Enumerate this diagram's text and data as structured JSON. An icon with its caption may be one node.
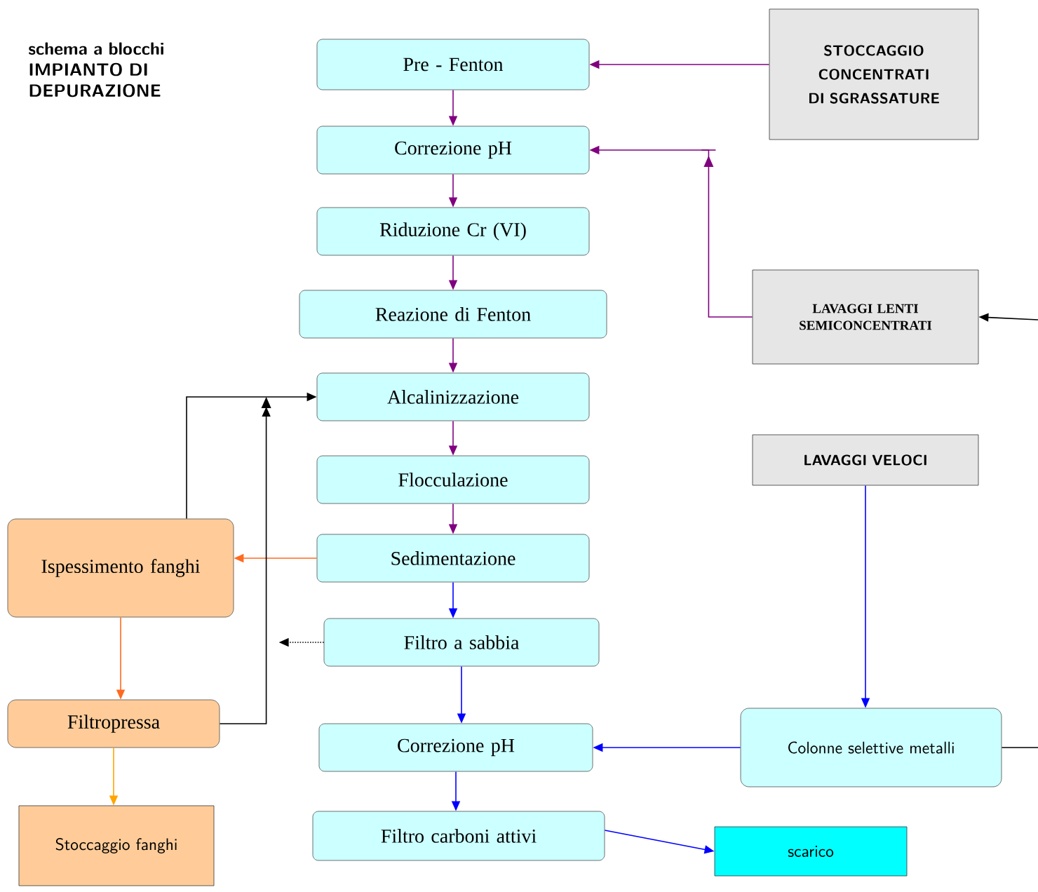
{
  "diagram": {
    "title": "schema a blocchi",
    "nodes": [
      {
        "text": [
          "Pre - Fenton"
        ]
      },
      {
        "text": [
          "Correzione pH"
        ]
      },
      {
        "text": [
          "Riduzione Cr (VI)"
        ]
      },
      {
        "text": [
          "Reazione di Fenton"
        ]
      },
      {
        "text": [
          "Alcalinizzazione"
        ]
      },
      {
        "text": [
          "Flocculazione"
        ]
      },
      {
        "text": [
          "Sedimentazione"
        ]
      },
      {
        "text": [
          "Filtro a sabbia"
        ]
      },
      {
        "text": [
          "Correzione pH"
        ]
      },
      {
        "text": [
          "Filtro carboni attivi"
        ]
      },
      {
        "text": [
          "STOCCAGGIO CONCENTRATI DI SGRASSATURE"
        ]
      },
      {
        "text": [
          "LAVAGGI LENTI SEMICONCENTRATI"
        ]
      },
      {
        "text": [
          "LAVAGGI VELOCI"
        ]
      },
      {
        "text": [
          "Colonne selettive metalli"
        ]
      },
      {
        "text": [
          "scarico"
        ]
      },
      {
        "text": [
          "Ispessimento fanghi"
        ]
      },
      {
        "text": [
          "Filtropressa"
        ]
      },
      {
        "text": [
          "Stoccaggio fanghi"
        ]
      }
    ],
    "edges": [
      {
        "from": 0,
        "to": 1,
        "arrow": "to"
      },
      {
        "from": 1,
        "to": 2,
        "arrow": "to"
      },
      {
        "from": 2,
        "to": 3,
        "arrow": "to"
      },
      {
        "from": 3,
        "to": 4,
        "arrow": "to"
      },
      {
        "from": 4,
        "to": 5,
        "arrow": "to"
      },
      {
        "from": 5,
        "to": 6,
        "arrow": "to"
      },
      {
        "from": 6,
        "to": 7,
        "arrow": "to",
        "color": "#0000ff"
      },
      {
        "from": 7,
        "to": 8,
        "arrow": "to",
        "color": "#0000ff"
      },
      {
        "from": 8,
        "to": 9,
        "arrow": "to",
        "color": "#0000ff"
      },
      {
        "from": 10,
        "to": 0,
        "arrow": "to"
      },
      {
        "from": 11,
        "to": 1,
        "arrow": "to"
      },
      {
        "from": null,
        "to": 11,
        "arrow": "to",
        "color": "#000000"
      },
      {
        "from": 12,
        "to": 13,
        "arrow": "to",
        "color": "#0000ff"
      },
      {
        "from": 13,
        "to": 8,
        "arrow": "to",
        "color": "#0000ff"
      },
      {
        "from": 13,
        "to": null,
        "arrow": "none",
        "color": "#000000"
      },
      {
        "from": 9,
        "to": 14,
        "arrow": "to",
        "color": "#0000ff"
      },
      {
        "from": 6,
        "to": 15,
        "arrow": "to",
        "color": "#ff6a20"
      },
      {
        "from": 15,
        "to": 16,
        "arrow": "to",
        "color": "#ff6a20"
      },
      {
        "from": 16,
        "to": 17,
        "arrow": "to",
        "color": "#ffa500"
      },
      {
        "from": 15,
        "to": 4,
        "arrow": "to",
        "color": "#000000"
      },
      {
        "from": 16,
        "to": 4,
        "arrow": "to",
        "color": "#000000"
      },
      {
        "from": 7,
        "to": null,
        "arrow": "to",
        "style": "dashed",
        "color": "#000000"
      }
    ],
    "labels": [
      "IMPIANTO DI DEPURAZIONE"
    ]
  }
}
